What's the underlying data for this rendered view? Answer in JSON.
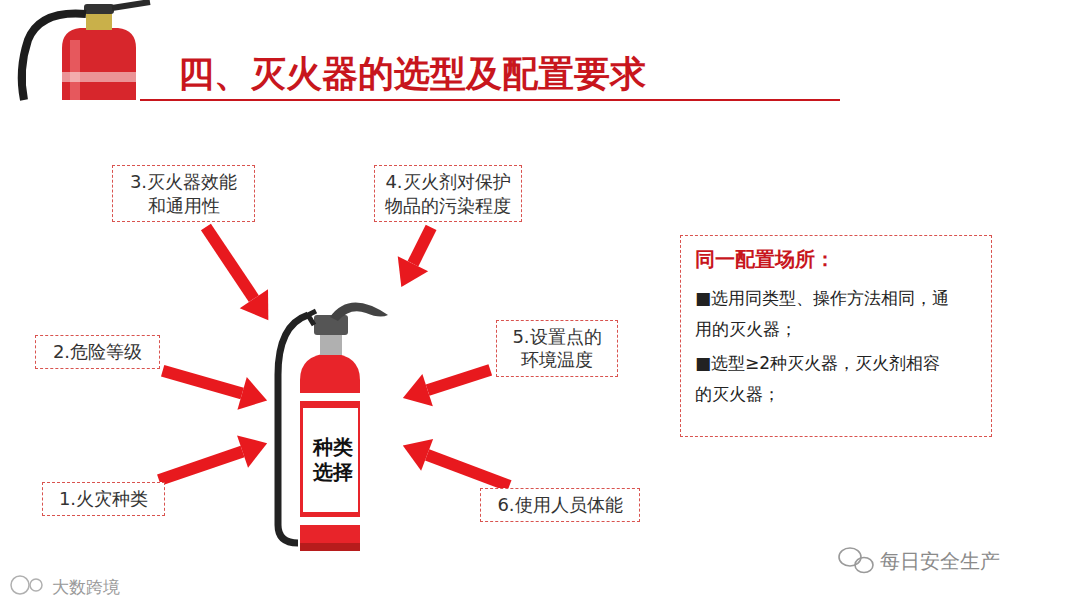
{
  "diagram": {
    "title": "四、灭火器的选型及配置要求",
    "nodes": [
      {
        "text": [
          "3.灭火器效能和通用性"
        ]
      },
      {
        "text": [
          "4.灭火剂对保护物品的污染程度"
        ]
      },
      {
        "text": [
          "同一配置场所：",
          "■选用同类型、操作方法相同，通用的灭火器；",
          "■选型≥2种灭火器，灭火剂相容的灭火器；"
        ]
      },
      {
        "text": [
          "2.危险等级"
        ]
      },
      {
        "text": [
          "5.设置点的环境温度"
        ]
      },
      {
        "text": [
          "种类选择"
        ]
      },
      {
        "text": [
          "1.火灾种类"
        ]
      },
      {
        "text": [
          "6.使用人员体能"
        ]
      }
    ],
    "edges": [
      {
        "from": 0,
        "to": 5,
        "arrow": "to"
      },
      {
        "from": 1,
        "to": 5,
        "arrow": "to"
      },
      {
        "from": 3,
        "to": 5,
        "arrow": "to"
      },
      {
        "from": 4,
        "to": 5,
        "arrow": "to"
      },
      {
        "from": 6,
        "to": 5,
        "arrow": "to"
      },
      {
        "from": 7,
        "to": 5,
        "arrow": "to"
      }
    ],
    "labels": [
      "每日安全生产",
      "大数跨境"
    ]
  }
}
